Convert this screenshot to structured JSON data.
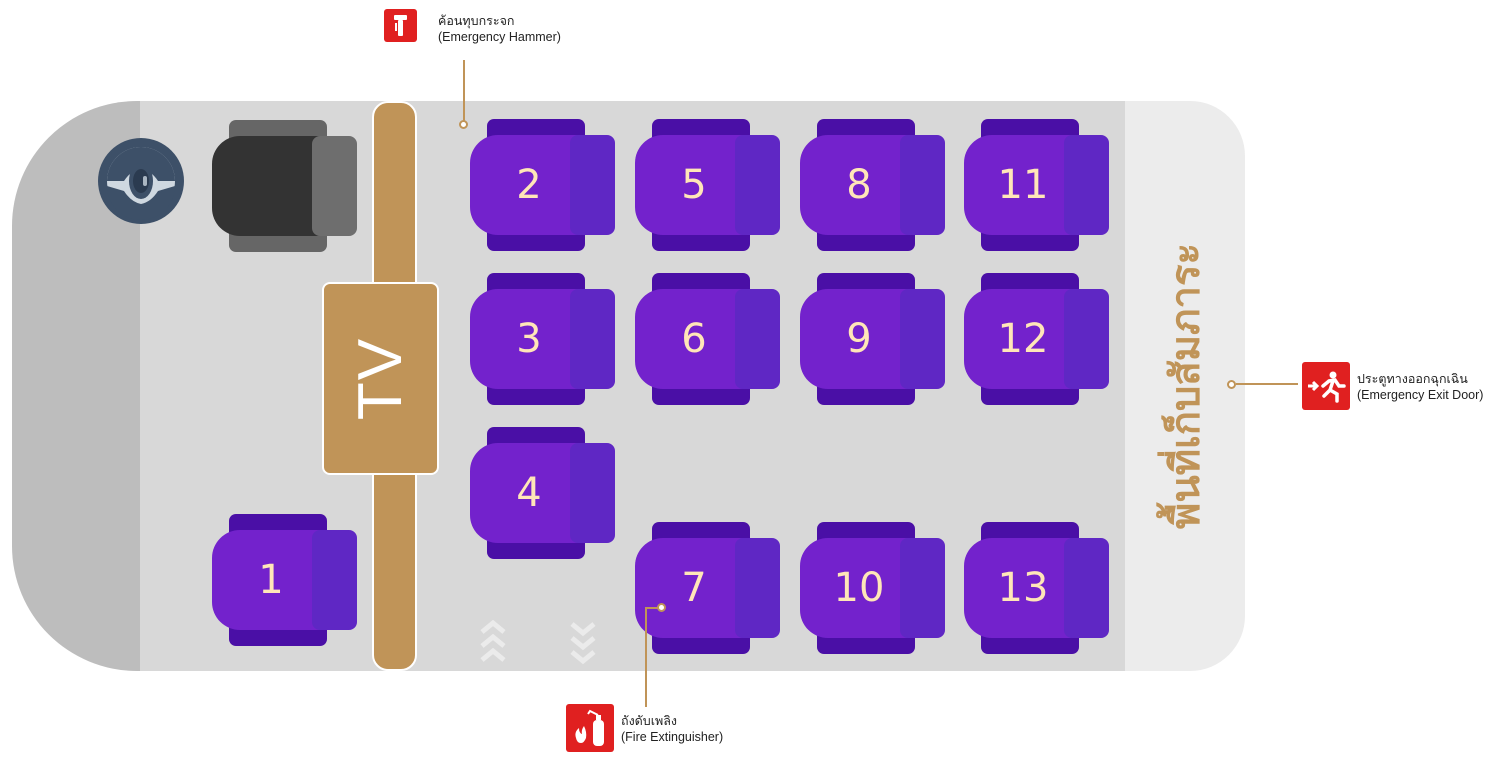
{
  "seats": [
    {
      "id": "1",
      "label": "1"
    },
    {
      "id": "2",
      "label": "2"
    },
    {
      "id": "3",
      "label": "3"
    },
    {
      "id": "4",
      "label": "4"
    },
    {
      "id": "5",
      "label": "5"
    },
    {
      "id": "6",
      "label": "6"
    },
    {
      "id": "7",
      "label": "7"
    },
    {
      "id": "8",
      "label": "8"
    },
    {
      "id": "9",
      "label": "9"
    },
    {
      "id": "10",
      "label": "10"
    },
    {
      "id": "11",
      "label": "11"
    },
    {
      "id": "12",
      "label": "12"
    },
    {
      "id": "13",
      "label": "13"
    }
  ],
  "tv": {
    "label": "TV"
  },
  "cargo": {
    "label": "พื้นที่เก็บสัมภาระ"
  },
  "callouts": {
    "hammer": {
      "thai": "ค้อนทุบกระจก",
      "english": "(Emergency Hammer)",
      "icon": "hammer-icon"
    },
    "exit": {
      "thai": "ประตูทางออกฉุกเฉิน",
      "english": "(Emergency Exit Door)",
      "icon": "emergency-exit-icon"
    },
    "extinguisher": {
      "thai": "ถังดับเพลิง",
      "english": "(Fire Extinguisher)",
      "icon": "fire-extinguisher-icon"
    }
  },
  "colors": {
    "seat": "#7322cc",
    "seat_dark": "#4a0fa6",
    "partition": "#c09458",
    "badge": "#e02020",
    "cabin_floor": "#d8d8d8"
  }
}
